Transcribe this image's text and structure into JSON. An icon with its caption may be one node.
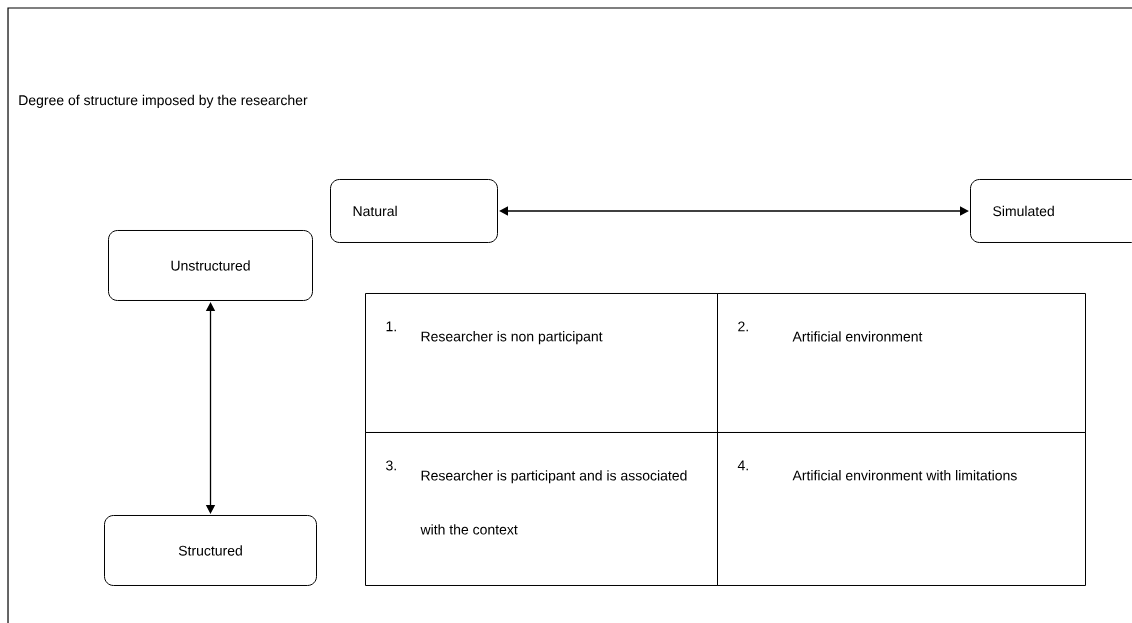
{
  "diagram": {
    "title": "Degree of structure imposed by the researcher",
    "nodes": [
      {
        "text": [
          "Natural"
        ]
      },
      {
        "text": [
          "Simulated"
        ]
      },
      {
        "text": [
          "Unstructured"
        ]
      },
      {
        "text": [
          "Structured"
        ]
      },
      {
        "text": [
          "1.",
          "Researcher is non participant"
        ]
      },
      {
        "text": [
          "2.",
          "Artificial environment"
        ]
      },
      {
        "text": [
          "3.",
          "Researcher is participant and is associated with the context"
        ]
      },
      {
        "text": [
          "4.",
          "Artificial environment with limitations"
        ]
      }
    ],
    "edges": [
      {
        "from": 0,
        "to": 1,
        "arrow": "both"
      },
      {
        "from": 2,
        "to": 3,
        "arrow": "both"
      }
    ]
  }
}
